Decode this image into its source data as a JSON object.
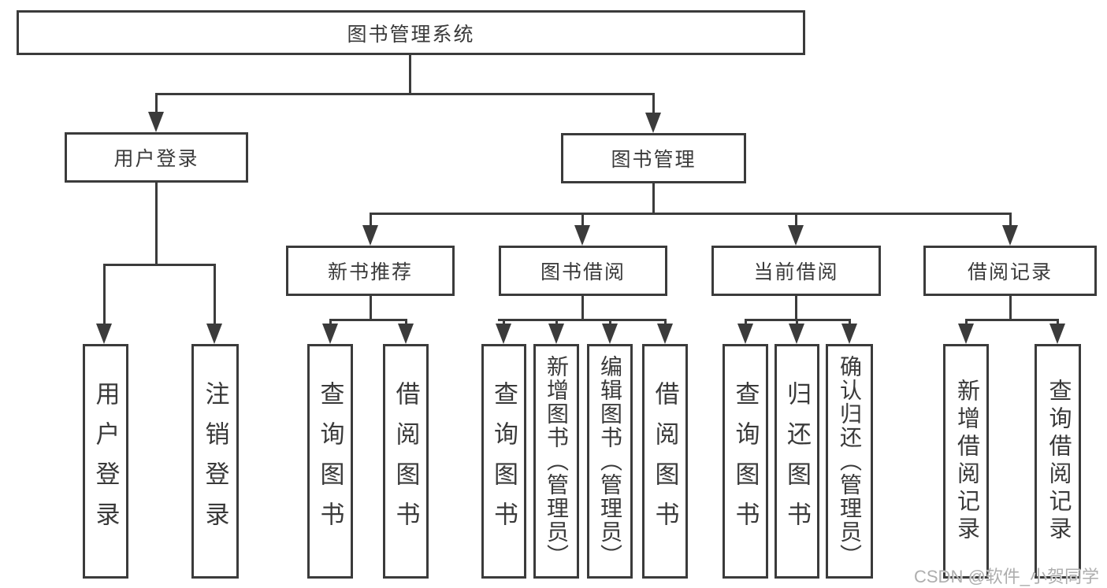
{
  "diagram_type": "hierarchy-diagram",
  "colors": {
    "line": "#3b3b3b",
    "text": "#3a3a3a",
    "background": "#ffffff",
    "watermark_text": "#aeaeae"
  },
  "root": {
    "label": "图书管理系统"
  },
  "level1": [
    {
      "id": "user-login",
      "label": "用户登录"
    },
    {
      "id": "book-management",
      "label": "图书管理"
    }
  ],
  "level2": [
    {
      "id": "new-book-recommend",
      "parent": "图书管理",
      "label": "新书推荐"
    },
    {
      "id": "book-borrowing",
      "parent": "图书管理",
      "label": "图书借阅"
    },
    {
      "id": "current-borrowing",
      "parent": "图书管理",
      "label": "当前借阅"
    },
    {
      "id": "borrowing-records",
      "parent": "图书管理",
      "label": "借阅记录"
    }
  ],
  "leaves": [
    {
      "id": "leaf-user-login",
      "parent": "用户登录",
      "label": "用户登录"
    },
    {
      "id": "leaf-logout",
      "parent": "用户登录",
      "label": "注销登录"
    },
    {
      "id": "leaf-query-books-recommend",
      "parent": "新书推荐",
      "label": "查询图书"
    },
    {
      "id": "leaf-borrow-books-recommend",
      "parent": "新书推荐",
      "label": "借阅图书"
    },
    {
      "id": "leaf-query-books-borrowing",
      "parent": "图书借阅",
      "label": "查询图书"
    },
    {
      "id": "leaf-add-books-admin",
      "parent": "图书借阅",
      "label": "新增图书（管理员）"
    },
    {
      "id": "leaf-edit-books-admin",
      "parent": "图书借阅",
      "label": "编辑图书（管理员）"
    },
    {
      "id": "leaf-borrow-books-borrowing",
      "parent": "图书借阅",
      "label": "借阅图书"
    },
    {
      "id": "leaf-query-books-current",
      "parent": "当前借阅",
      "label": "查询图书"
    },
    {
      "id": "leaf-return-books",
      "parent": "当前借阅",
      "label": "归还图书"
    },
    {
      "id": "leaf-confirm-return-admin",
      "parent": "当前借阅",
      "label": "确认归还（管理员）"
    },
    {
      "id": "leaf-add-borrow-record",
      "parent": "借阅记录",
      "label": "新增借阅记录"
    },
    {
      "id": "leaf-query-borrow-record",
      "parent": "借阅记录",
      "label": "查询借阅记录"
    }
  ],
  "watermark": {
    "text": "CSDN @软件_小贺同学"
  }
}
